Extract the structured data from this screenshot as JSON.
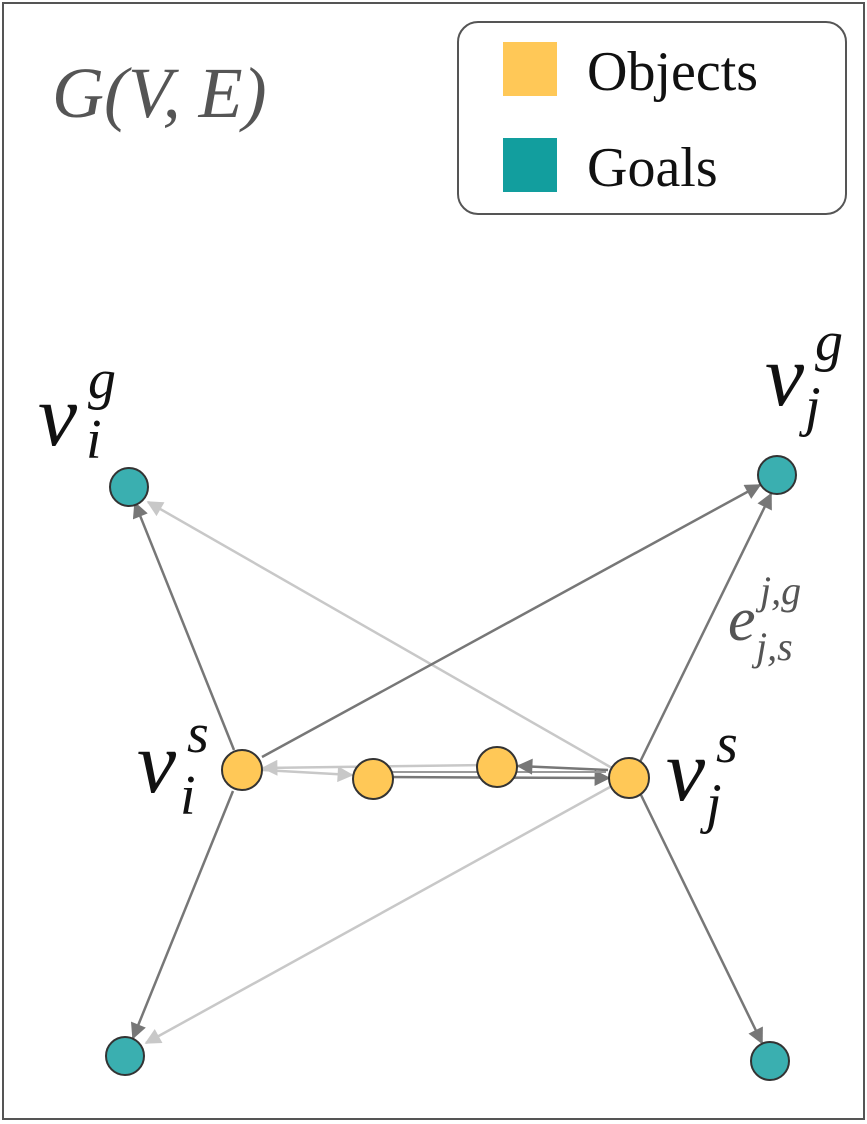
{
  "title": "G(V, E)",
  "legend": {
    "items": [
      {
        "label": "Objects",
        "color": "#FFC857"
      },
      {
        "label": "Goals",
        "color": "#129E9E"
      }
    ]
  },
  "node_colors": {
    "object_fill": "#FFC857",
    "goal_fill": "#3AAFB0",
    "stroke": "#333333"
  },
  "edge_colors": {
    "dark": "#7a7a7a",
    "light": "#c4c4c4"
  },
  "labels": {
    "vi_g": {
      "base": "v",
      "sub": "i",
      "sup": "g"
    },
    "vj_g": {
      "base": "v",
      "sub": "j",
      "sup": "g"
    },
    "vi_s": {
      "base": "v",
      "sub": "i",
      "sup": "s"
    },
    "vj_s": {
      "base": "v",
      "sub": "j",
      "sup": "s"
    },
    "edge": {
      "base": "e",
      "sub": "j,s",
      "sup": "j,g"
    }
  }
}
